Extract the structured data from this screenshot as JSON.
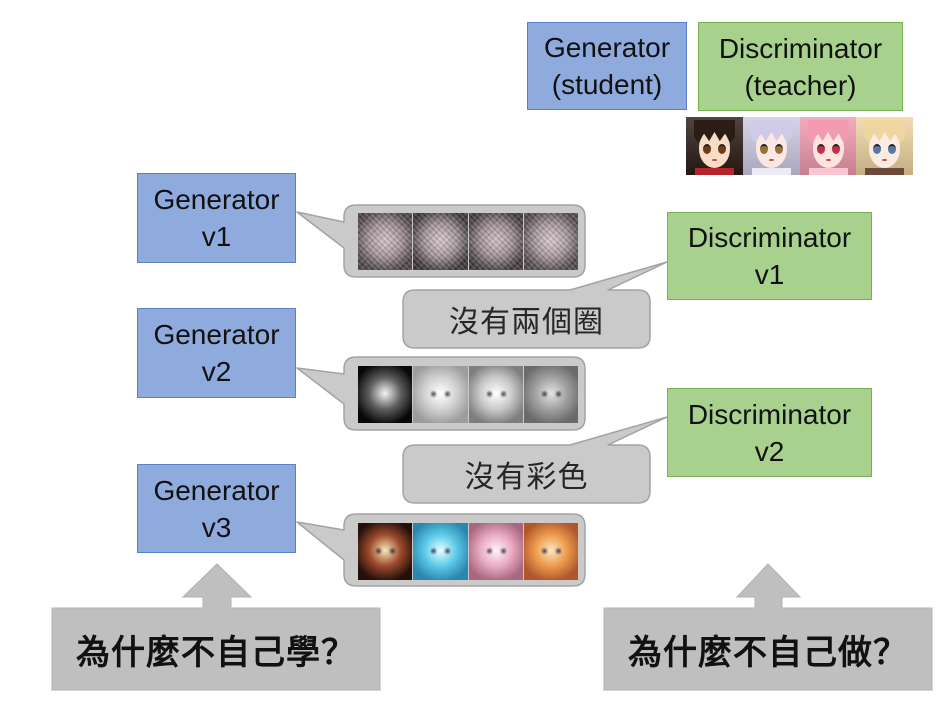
{
  "colors": {
    "generator_fill": "#8FAADC",
    "generator_border": "#5B80C8",
    "discriminator_fill": "#A9D18E",
    "discriminator_border": "#78B150",
    "bubble_fill": "#CACACA",
    "bubble_border": "#A3A3A3",
    "callout_fill": "#BFBFBF",
    "callout_border": "#B0B0B0"
  },
  "legend": {
    "generator": {
      "line1": "Generator",
      "line2": "(student)"
    },
    "discriminator": {
      "line1": "Discriminator",
      "line2": "(teacher)"
    },
    "real_faces": [
      {
        "hair": "#2B1C16",
        "skin": "#F7DCC6",
        "eyes": "#6E3B1E",
        "accent": "#B8242B"
      },
      {
        "hair": "#CFCBE6",
        "skin": "#FBE8E2",
        "eyes": "#9A7038",
        "accent": "#EEEAF6"
      },
      {
        "hair": "#F29BB0",
        "skin": "#FDE4DF",
        "eyes": "#C22E4C",
        "accent": "#F7C6D2"
      },
      {
        "hair": "#EFD6A1",
        "skin": "#FCEBE0",
        "eyes": "#5A76A8",
        "accent": "#6B4A3A"
      }
    ]
  },
  "generators": [
    {
      "line1": "Generator",
      "line2": "v1",
      "samples": [
        {
          "center": "#D8C6CB",
          "mid": "#A8979E",
          "edge": "#4E454B"
        },
        {
          "center": "#DCCAD0",
          "mid": "#A7989E",
          "edge": "#3E3739"
        },
        {
          "center": "#D5C3C9",
          "mid": "#A39399",
          "edge": "#433B3F"
        },
        {
          "center": "#DDCCD1",
          "mid": "#AC9CA2",
          "edge": "#544A4F"
        }
      ]
    },
    {
      "line1": "Generator",
      "line2": "v2",
      "samples": [
        {
          "center": "#F4F4F4",
          "mid": "#5E5E5E",
          "edge": "#080808"
        },
        {
          "center": "#FFFFFF",
          "mid": "#D2D2D2",
          "edge": "#9C9C9C"
        },
        {
          "center": "#FFFFFF",
          "mid": "#CACACA",
          "edge": "#7E7E7E"
        },
        {
          "center": "#E2E2E2",
          "mid": "#A2A2A2",
          "edge": "#6A6A6A"
        }
      ]
    },
    {
      "line1": "Generator",
      "line2": "v3",
      "samples": [
        {
          "center": "#F6E8B6",
          "mid": "#9C4A2C",
          "edge": "#24100B"
        },
        {
          "center": "#E9FCFF",
          "mid": "#5CC9E8",
          "edge": "#2A86AE"
        },
        {
          "center": "#FFF3F7",
          "mid": "#E8ABC2",
          "edge": "#A8677F"
        },
        {
          "center": "#FDE4C3",
          "mid": "#EC9B4C",
          "edge": "#B0552C"
        }
      ]
    }
  ],
  "discriminators": [
    {
      "line1": "Discriminator",
      "line2": "v1",
      "feedback": "沒有兩個圈"
    },
    {
      "line1": "Discriminator",
      "line2": "v2",
      "feedback": "沒有彩色"
    }
  ],
  "questions": {
    "student": "為什麼不自己學？",
    "teacher": "為什麼不自己做？"
  }
}
